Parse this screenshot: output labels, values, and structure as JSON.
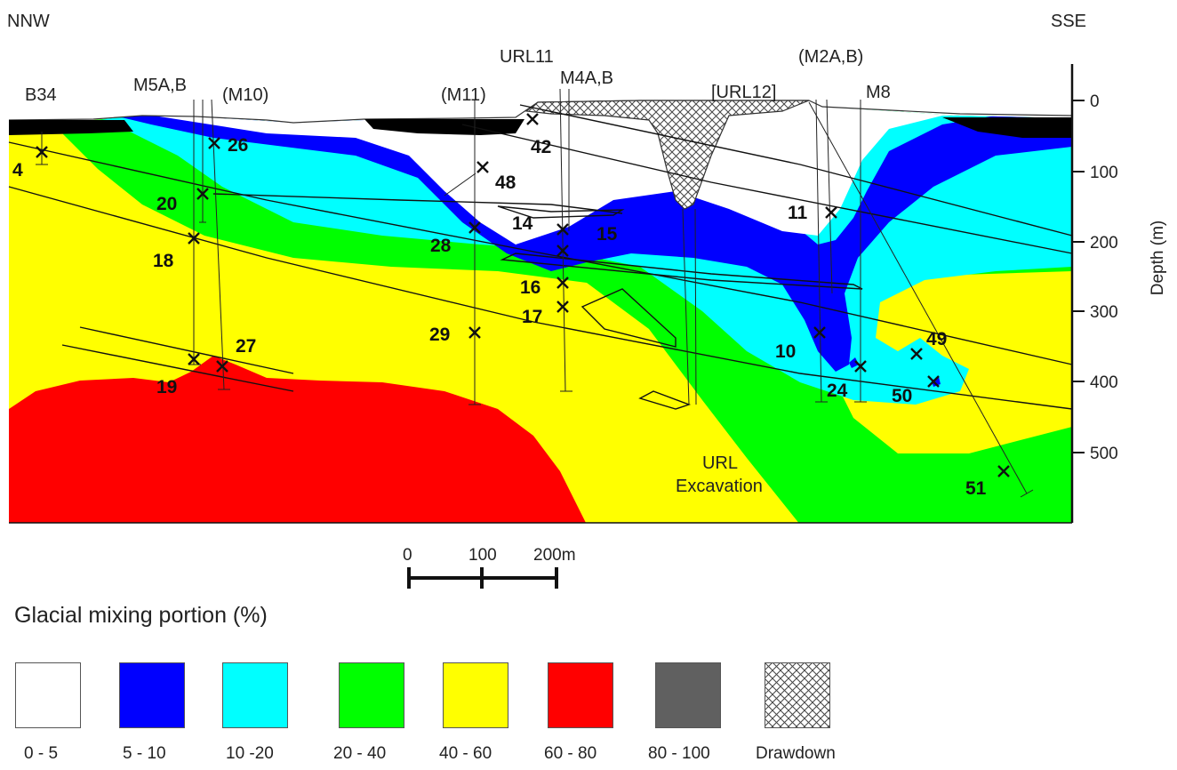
{
  "orientation": {
    "left": "NNW",
    "right": "SSE"
  },
  "boreholes": {
    "b34": "B34",
    "m5ab": "M5A,B",
    "m10": "(M10)",
    "m11": "(M11)",
    "url11": "URL11",
    "m4ab": "M4A,B",
    "url12": "[URL12]",
    "m2ab": "(M2A,B)",
    "m8": "M8"
  },
  "samples": [
    "4",
    "26",
    "20",
    "18",
    "27",
    "19",
    "48",
    "42",
    "14",
    "15",
    "28",
    "16",
    "17",
    "29",
    "11",
    "10",
    "24",
    "49",
    "50",
    "51"
  ],
  "axis": {
    "label": "Depth (m)",
    "ticks": [
      "0",
      "100",
      "200",
      "300",
      "400",
      "500"
    ]
  },
  "excavation_label": [
    "URL",
    "Excavation"
  ],
  "scalebar": {
    "labels": [
      "0",
      "100",
      "200m"
    ]
  },
  "legend": {
    "title": "Glacial mixing portion (%)",
    "items": [
      {
        "label": "0 - 5",
        "color": "#ffffff"
      },
      {
        "label": "5 - 10",
        "color": "#0000ff"
      },
      {
        "label": "10 -20",
        "color": "#00ffff"
      },
      {
        "label": "20 - 40",
        "color": "#00ff00"
      },
      {
        "label": "40 - 60",
        "color": "#ffff00"
      },
      {
        "label": "60 - 80",
        "color": "#ff0000"
      },
      {
        "label": "80 - 100",
        "color": "#606060"
      },
      {
        "label": "Drawdown",
        "color": "crosshatch"
      }
    ]
  }
}
